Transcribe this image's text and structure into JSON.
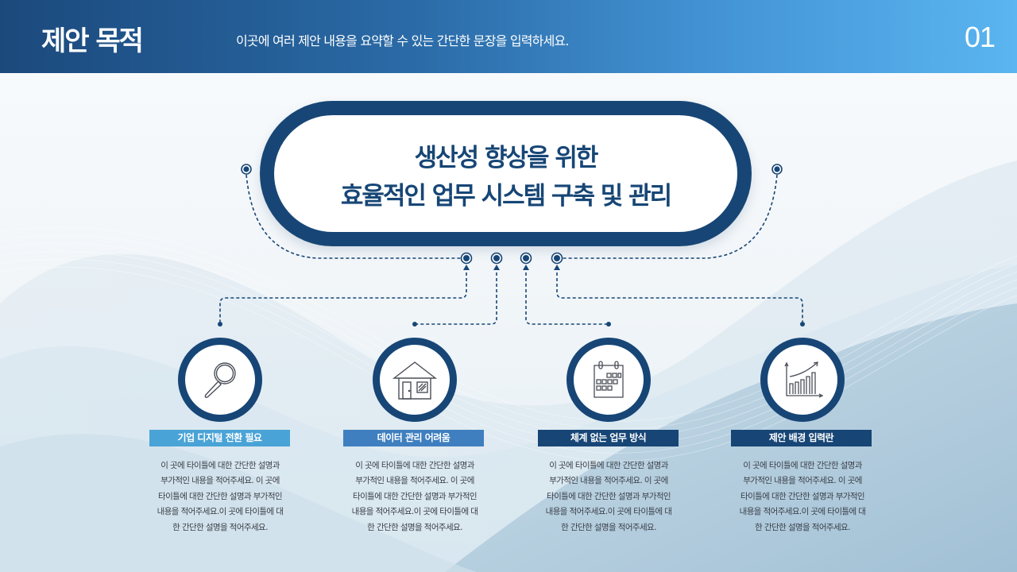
{
  "header": {
    "title": "제안 목적",
    "subtitle": "이곳에 여러 제안 내용을 요약할 수 있는 간단한 문장을 입력하세요.",
    "page_number": "01"
  },
  "central": {
    "line1": "생산성 향상을 위한",
    "line2": "효율적인 업무 시스템 구축 및 관리"
  },
  "colors": {
    "navy": "#174676",
    "header_left": "#1b497c",
    "header_right": "#5ab5f0",
    "label_1": "#4aa3d6",
    "label_2": "#3f7fbf",
    "label_3": "#174676",
    "label_4": "#174676"
  },
  "items": [
    {
      "icon": "magnifier-icon",
      "label": "기업 디지털 전환 필요",
      "desc": [
        "이 곳에 타이틀에 대한 간단한 설명과",
        "부가적인 내용을 적어주세요. 이 곳에",
        "타이틀에 대한 간단한 설명과 부가적인",
        "내용을 적어주세요.이 곳에 타이틀에 대",
        "한 간단한 설명을 적어주세요."
      ]
    },
    {
      "icon": "house-icon",
      "label": "데이터 관리 어려움",
      "desc": [
        "이 곳에 타이틀에 대한 간단한 설명과",
        "부가적인 내용을 적어주세요. 이 곳에",
        "타이틀에 대한 간단한 설명과 부가적인",
        "내용을 적어주세요.이 곳에 타이틀에 대",
        "한 간단한 설명을 적어주세요."
      ]
    },
    {
      "icon": "calendar-icon",
      "label": "체계 없는 업무 방식",
      "desc": [
        "이 곳에 타이틀에 대한 간단한 설명과",
        "부가적인 내용을 적어주세요. 이 곳에",
        "타이틀에 대한 간단한 설명과 부가적인",
        "내용을 적어주세요.이 곳에 타이틀에 대",
        "한 간단한 설명을 적어주세요."
      ]
    },
    {
      "icon": "growth-chart-icon",
      "label": "제안 배경 입력란",
      "desc": [
        "이 곳에 타이틀에 대한 간단한 설명과",
        "부가적인 내용을 적어주세요. 이 곳에",
        "타이틀에 대한 간단한 설명과 부가적인",
        "내용을 적어주세요.이 곳에 타이틀에 대",
        "한 간단한 설명을 적어주세요."
      ]
    }
  ]
}
